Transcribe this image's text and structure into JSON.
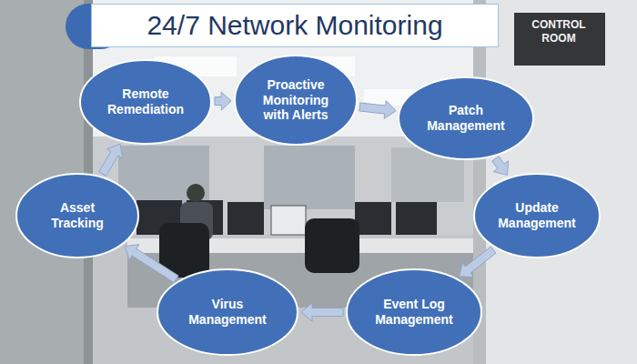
{
  "diagram": {
    "title": "24/7 Network Monitoring",
    "nodes": [
      {
        "text": [
          "Remote Remediation"
        ]
      },
      {
        "text": [
          "Proactive Monitoring with Alerts"
        ]
      },
      {
        "text": [
          "Patch Management"
        ]
      },
      {
        "text": [
          "Update Management"
        ]
      },
      {
        "text": [
          "Event Log Management"
        ]
      },
      {
        "text": [
          "Virus Management"
        ]
      },
      {
        "text": [
          "Asset Tracking"
        ]
      }
    ],
    "edges": [
      {
        "from": 0,
        "to": 1,
        "arrow": "to"
      },
      {
        "from": 1,
        "to": 2,
        "arrow": "to"
      },
      {
        "from": 2,
        "to": 3,
        "arrow": "to"
      },
      {
        "from": 3,
        "to": 4,
        "arrow": "to"
      },
      {
        "from": 4,
        "to": 5,
        "arrow": "to"
      },
      {
        "from": 5,
        "to": 6,
        "arrow": "to"
      },
      {
        "from": 6,
        "to": 0,
        "arrow": "to"
      }
    ],
    "labels": [
      "CONTROL ROOM"
    ]
  }
}
